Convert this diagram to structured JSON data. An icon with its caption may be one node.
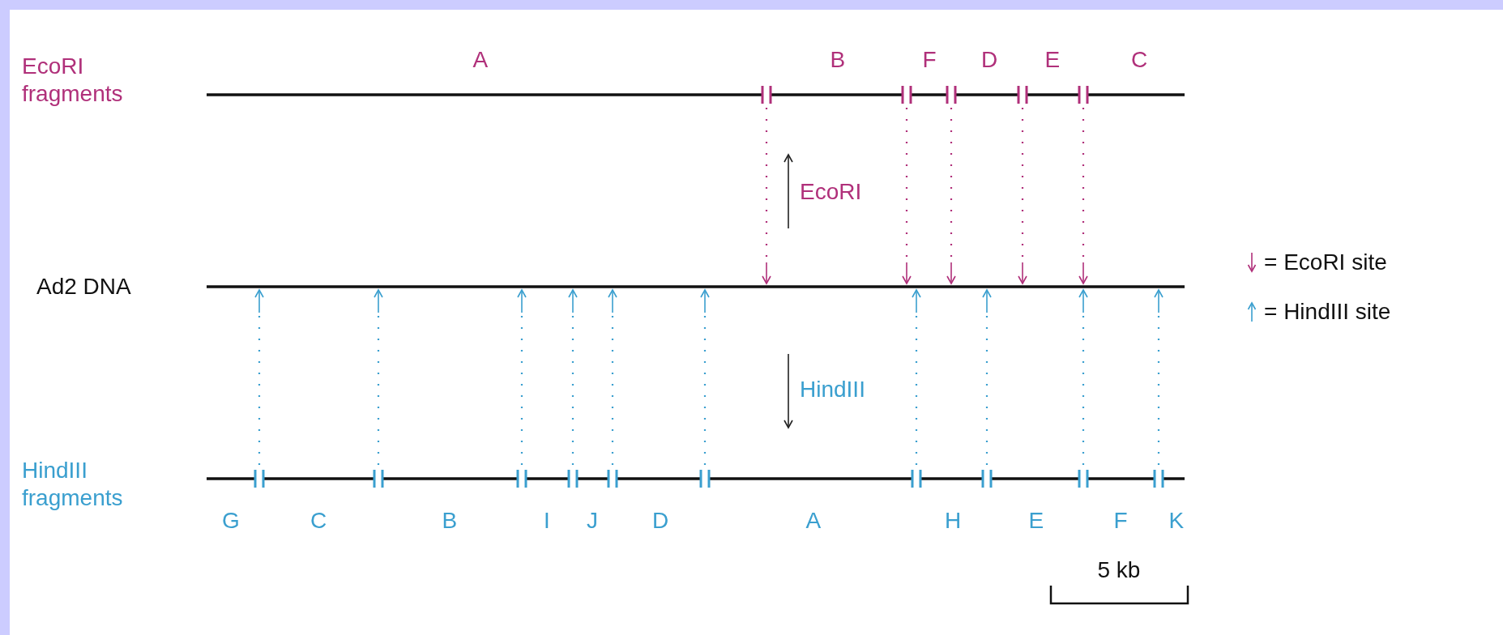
{
  "diagram": {
    "labels": [
      "EcoRI fragments",
      "A",
      "B",
      "F",
      "D",
      "E",
      "C",
      "EcoRI",
      "Ad2 DNA",
      "HindIII",
      "HindIII fragments",
      "G",
      "C",
      "B",
      "I",
      "J",
      "D",
      "A",
      "H",
      "E",
      "F",
      "K",
      "5 kb"
    ],
    "legend": [
      {
        "text": "= EcoRI site"
      },
      {
        "text": "= HindIII site"
      }
    ]
  }
}
